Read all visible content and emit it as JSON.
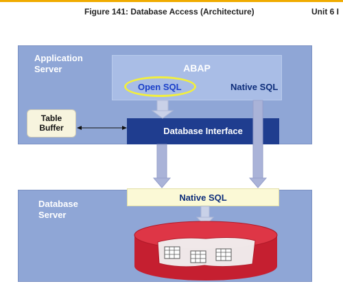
{
  "header": {
    "figure_title": "Figure 141: Database Access (Architecture)",
    "unit_label": "Unit 6 I"
  },
  "app_server": {
    "label_line1": "Application",
    "label_line2": "Server"
  },
  "abap": {
    "title": "ABAP",
    "open_sql": "Open SQL",
    "native_sql": "Native SQL"
  },
  "database_interface": {
    "label": "Database Interface"
  },
  "table_buffer": {
    "label_line1": "Table",
    "label_line2": "Buffer"
  },
  "db_server": {
    "label_line1": "Database",
    "label_line2": "Server",
    "native_sql": "Native SQL"
  },
  "colors": {
    "accent_bar": "#f0ab00",
    "panel": "#8fa6d6",
    "database_interface": "#1f3d8f",
    "highlight": "#f2ef3e",
    "database": "#d42a3a"
  }
}
